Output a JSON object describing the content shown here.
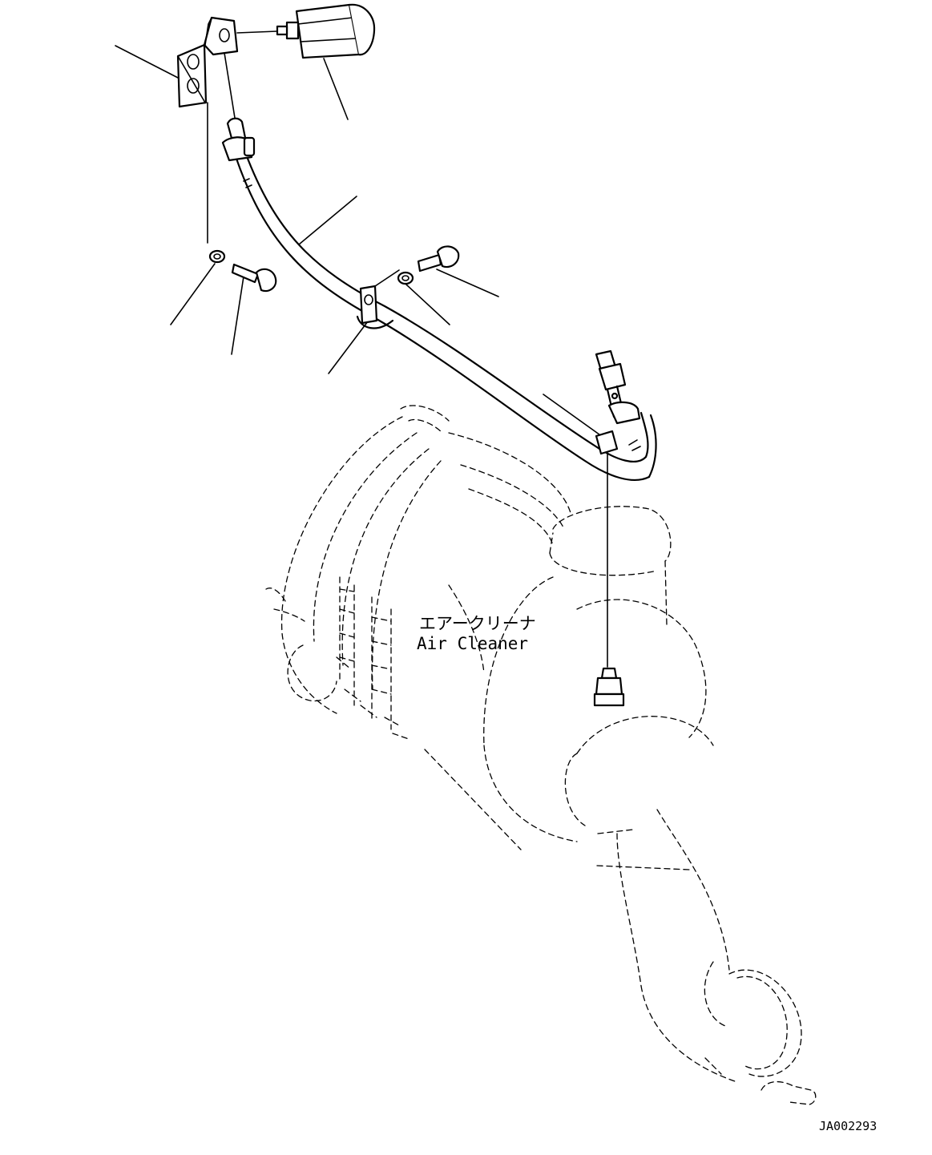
{
  "labels": {
    "part_jp": "エアークリーナ",
    "part_en": "Air Cleaner"
  },
  "drawing_code": "JA002293"
}
